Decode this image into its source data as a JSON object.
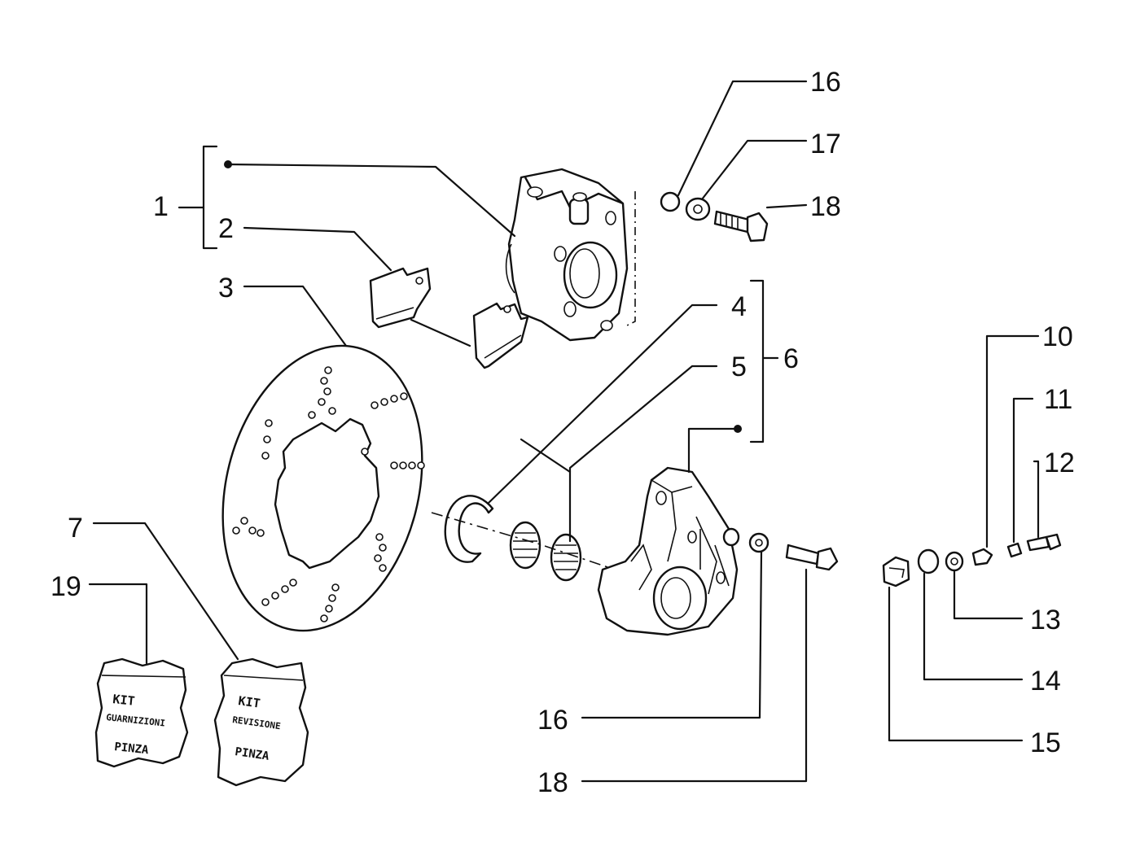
{
  "labels": {
    "l1": "1",
    "l2": "2",
    "l3": "3",
    "l4": "4",
    "l5": "5",
    "l6": "6",
    "l7": "7",
    "l10": "10",
    "l11": "11",
    "l12": "12",
    "l13": "13",
    "l14": "14",
    "l15": "15",
    "l16a": "16",
    "l16b": "16",
    "l17": "17",
    "l18a": "18",
    "l18b": "18",
    "l19": "19"
  },
  "kits": {
    "left": {
      "line1": "KIT",
      "line2": "GUARNIZIONI",
      "line3": "PINZA"
    },
    "right": {
      "line1": "KIT",
      "line2": "REVISIONE",
      "line3": "PINZA"
    }
  }
}
